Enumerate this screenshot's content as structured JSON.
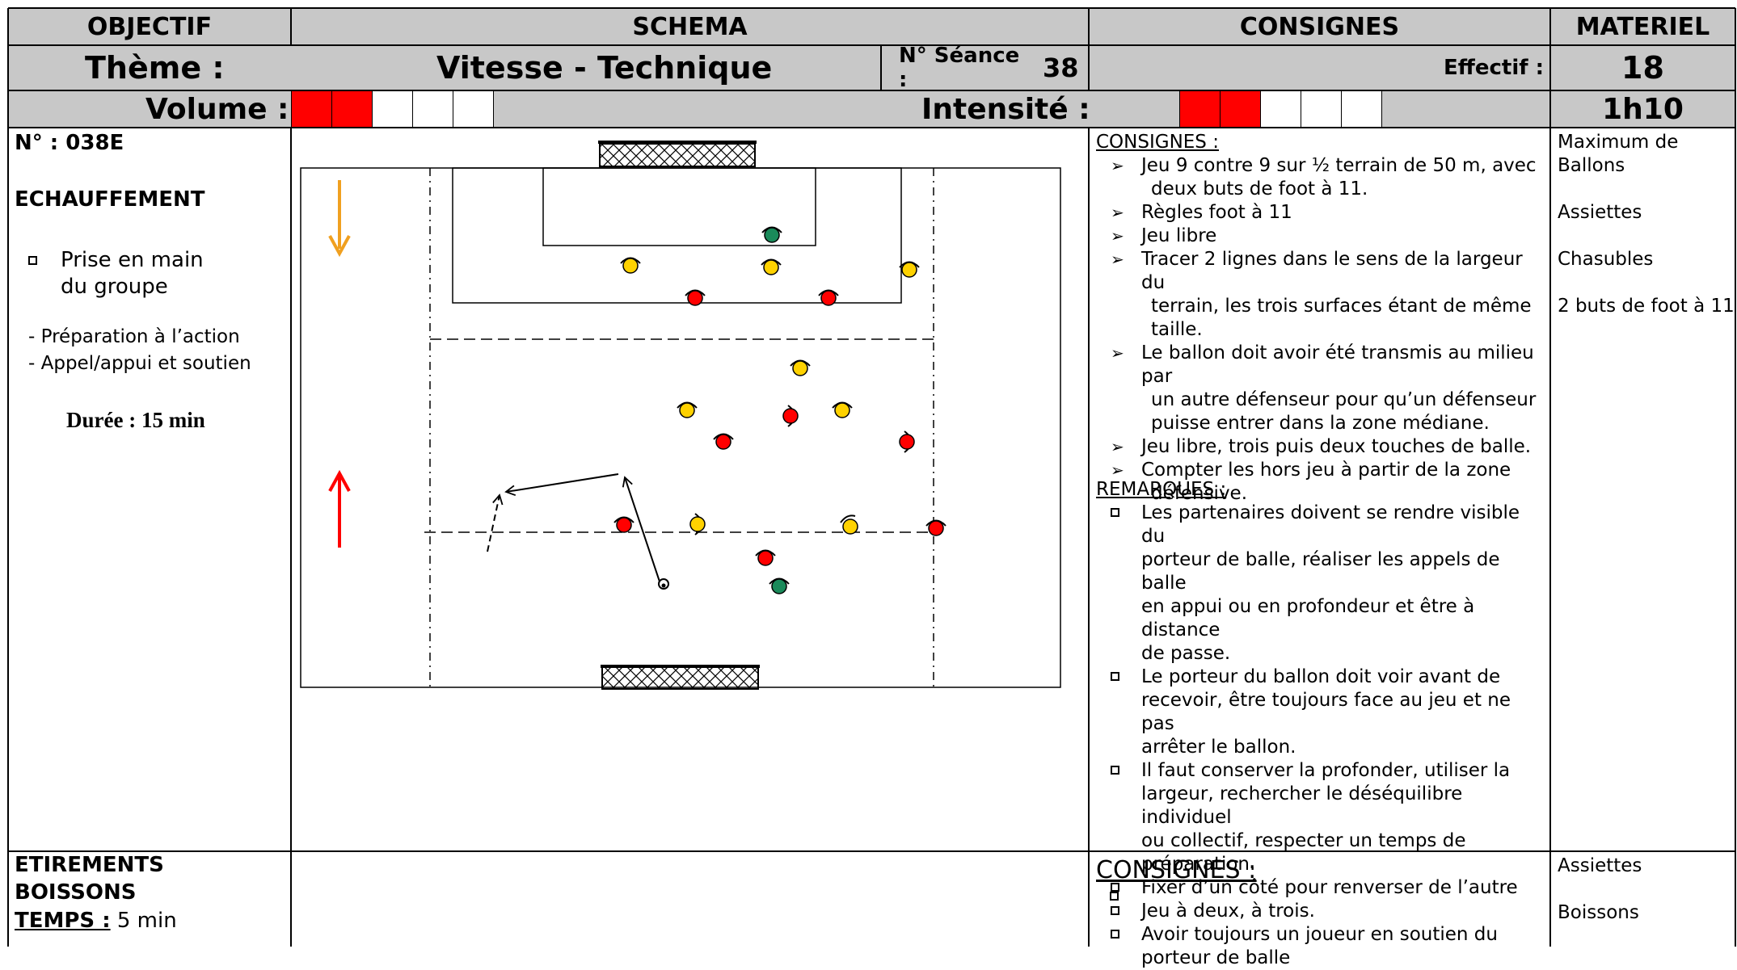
{
  "header": {
    "objectif": "OBJECTIF",
    "schema": "SCHEMA",
    "consignes": "CONSIGNES",
    "materiel": "MATERIEL"
  },
  "theme_row": {
    "label": "Thème :",
    "value": "Vitesse - Technique",
    "seance_label": "N° Séance :",
    "seance_value": "38",
    "effectif_label": "Effectif :",
    "effectif_value": "18"
  },
  "volume_row": {
    "volume_label": "Volume :",
    "volume_boxes": [
      "red",
      "red",
      "white",
      "white",
      "white"
    ],
    "intensite_label": "Intensité :",
    "intensite_boxes": [
      "red",
      "red",
      "white",
      "white",
      "white"
    ],
    "duration": "1h10"
  },
  "colors": {
    "red": "#ff0000",
    "yellow": "#ffd200",
    "green": "#1a8a5a",
    "grey": "#c8c8c8",
    "orange": "#f0a020"
  },
  "exercise": {
    "number": "N° : 038E",
    "title": "ECHAUFFEMENT",
    "objective": "Prise en main du groupe",
    "points": [
      "Préparation à l’action",
      "Appel/appui et soutien"
    ],
    "duration": "Durée : 15 min"
  },
  "schema": {
    "icons": [
      "goal-top-icon",
      "goal-bottom-icon",
      "orange-arrow-down-icon",
      "red-arrow-up-icon",
      "ball-icon"
    ]
  },
  "consignes": {
    "heading": "CONSIGNES :",
    "items": [
      [
        "Jeu 9 contre 9 sur ½ terrain de 50 m, avec",
        "deux buts de foot à 11."
      ],
      [
        "Règles foot à 11"
      ],
      [
        "Jeu libre"
      ],
      [
        "Tracer 2 lignes dans le sens de la largeur du",
        "terrain, les trois surfaces étant de même",
        "taille."
      ],
      [
        "Le ballon doit avoir été transmis au milieu par",
        "un autre défenseur pour qu’un défenseur",
        "puisse entrer dans la zone médiane."
      ],
      [
        "Jeu libre, trois puis deux touches de balle."
      ],
      [
        "Compter les hors jeu à partir de la zone",
        "défensive."
      ]
    ]
  },
  "remarques": {
    "heading": "REMARQUES :",
    "items": [
      [
        "Les partenaires doivent se rendre visible du",
        "porteur de balle, réaliser les appels de balle",
        "en appui ou en profondeur et être à distance",
        "de passe."
      ],
      [
        "Le porteur du ballon doit voir avant de",
        "recevoir, être toujours face au jeu et ne pas",
        "arrêter le ballon."
      ],
      [
        "Il faut conserver la profonder, utiliser la",
        "largeur, rechercher le déséquilibre individuel",
        "ou collectif, respecter un temps de",
        "préparation."
      ],
      [
        "Fixer d’un côté pour renverser de l’autre"
      ],
      [
        "Jeu à deux, à trois."
      ],
      [
        "Avoir toujours un joueur en soutien du",
        "porteur de balle"
      ]
    ]
  },
  "materiel": {
    "items": [
      "Maximum de",
      "Ballons",
      "Assiettes",
      "Chasubles",
      "2 buts de foot à 11"
    ]
  },
  "footer": {
    "line1": "ETIREMENTS",
    "line2": "BOISSONS",
    "temps_label": "TEMPS :",
    "temps_value": "5 min",
    "consignes_heading": "CONSIGNES :",
    "materiel": [
      "Assiettes",
      "Boissons"
    ]
  }
}
